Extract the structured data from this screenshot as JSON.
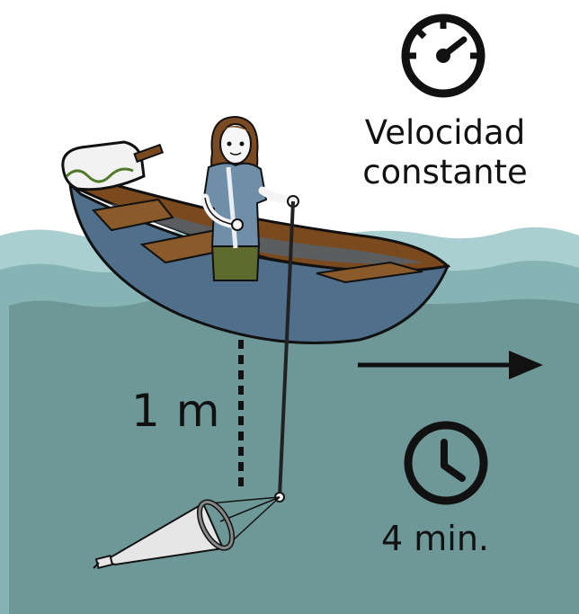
{
  "labels": {
    "speed_line1": "Velocidad",
    "speed_line2": "constante",
    "depth": "1 m",
    "duration": "4 min."
  },
  "icons": [
    "speedometer-icon",
    "clock-icon",
    "direction-arrow-icon"
  ],
  "colors": {
    "sky": "#ffffff",
    "water_surface": "#a9cfd0",
    "water_mid": "#86b3b3",
    "water_deep": "#6e9898",
    "boat_hull": "#4f6f8a",
    "boat_wood": "#7a4a1e",
    "person_shirt": "#6f8fa8",
    "person_pants": "#5e6a2e",
    "hair": "#7a4a22",
    "ink": "#111111"
  }
}
